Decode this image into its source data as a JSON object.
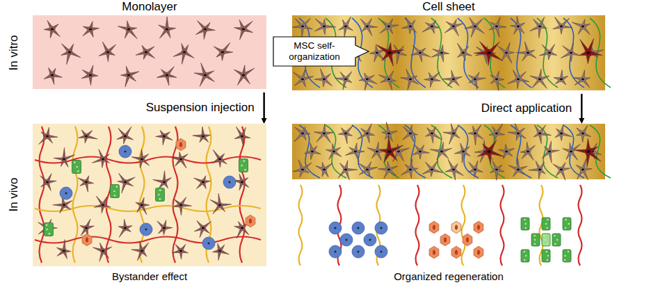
{
  "diagram": {
    "nodes": [
      {
        "text": [
          "Monolayer"
        ]
      },
      {
        "text": [
          "Bystander effect"
        ]
      },
      {
        "text": [
          "Cell sheet"
        ]
      },
      {
        "text": [
          "Organized regeneration"
        ]
      },
      {
        "text": [
          "MSC self- organization"
        ]
      }
    ],
    "edges": [
      {
        "from": 0,
        "to": 1,
        "arrow": "to",
        "label": "Suspension injection"
      },
      {
        "from": 2,
        "to": 3,
        "arrow": "to",
        "label": "Direct application"
      }
    ],
    "labels": [
      "In vitro",
      "In vivo"
    ]
  }
}
